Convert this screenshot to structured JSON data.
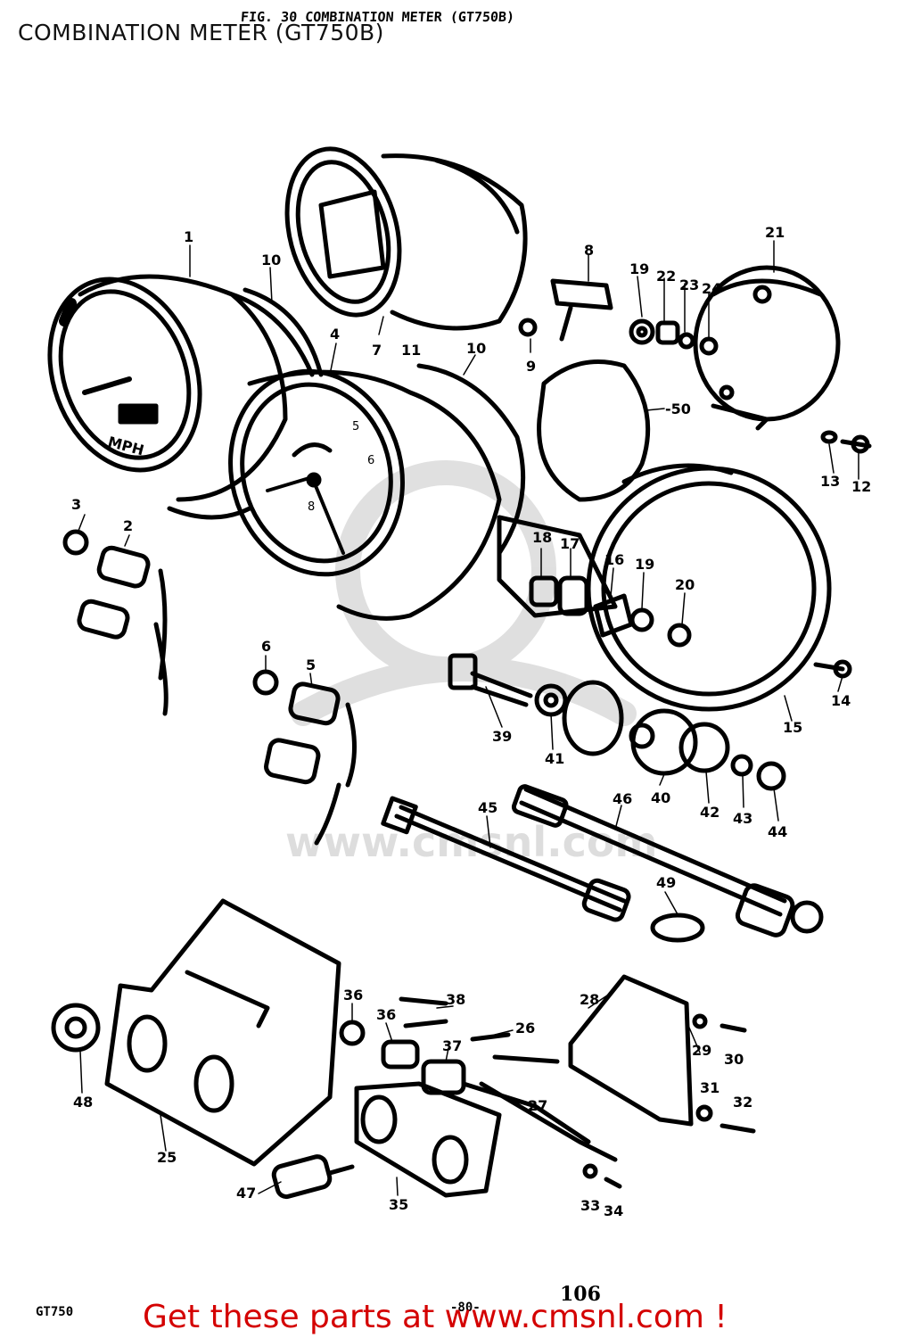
{
  "title": "COMBINATION METER (GT750B)",
  "figure_header": "FIG. 30  COMBINATION METER (GT750B)",
  "watermark": "www.cmsnl.com",
  "footer": {
    "model_code": "GT750",
    "page_small": "-80-",
    "page_number": "106",
    "cta": "Get these parts at www.cmsnl.com !"
  },
  "callouts": [
    {
      "id": "1",
      "label": "1"
    },
    {
      "id": "2",
      "label": "2"
    },
    {
      "id": "3",
      "label": "3"
    },
    {
      "id": "4",
      "label": "4"
    },
    {
      "id": "5",
      "label": "5"
    },
    {
      "id": "6",
      "label": "6"
    },
    {
      "id": "7",
      "label": "7"
    },
    {
      "id": "8",
      "label": "8"
    },
    {
      "id": "9",
      "label": "9"
    },
    {
      "id": "10a",
      "label": "10"
    },
    {
      "id": "10b",
      "label": "10"
    },
    {
      "id": "11",
      "label": "11"
    },
    {
      "id": "12",
      "label": "12"
    },
    {
      "id": "13",
      "label": "13"
    },
    {
      "id": "14",
      "label": "14"
    },
    {
      "id": "15",
      "label": "15"
    },
    {
      "id": "16",
      "label": "16"
    },
    {
      "id": "17",
      "label": "17"
    },
    {
      "id": "18",
      "label": "18"
    },
    {
      "id": "19a",
      "label": "19"
    },
    {
      "id": "19b",
      "label": "19"
    },
    {
      "id": "20",
      "label": "20"
    },
    {
      "id": "21",
      "label": "21"
    },
    {
      "id": "22",
      "label": "22"
    },
    {
      "id": "23",
      "label": "23"
    },
    {
      "id": "24",
      "label": "24"
    },
    {
      "id": "25",
      "label": "25"
    },
    {
      "id": "26",
      "label": "26"
    },
    {
      "id": "27",
      "label": "27"
    },
    {
      "id": "28",
      "label": "28"
    },
    {
      "id": "29",
      "label": "29"
    },
    {
      "id": "30",
      "label": "30"
    },
    {
      "id": "31",
      "label": "31"
    },
    {
      "id": "32",
      "label": "32"
    },
    {
      "id": "33",
      "label": "33"
    },
    {
      "id": "34",
      "label": "34"
    },
    {
      "id": "35",
      "label": "35"
    },
    {
      "id": "36a",
      "label": "36"
    },
    {
      "id": "36b",
      "label": "36"
    },
    {
      "id": "37",
      "label": "37"
    },
    {
      "id": "38",
      "label": "38"
    },
    {
      "id": "39",
      "label": "39"
    },
    {
      "id": "40",
      "label": "40"
    },
    {
      "id": "41",
      "label": "41"
    },
    {
      "id": "42",
      "label": "42"
    },
    {
      "id": "43",
      "label": "43"
    },
    {
      "id": "44",
      "label": "44"
    },
    {
      "id": "45",
      "label": "45"
    },
    {
      "id": "46",
      "label": "46"
    },
    {
      "id": "47",
      "label": "47"
    },
    {
      "id": "48",
      "label": "48"
    },
    {
      "id": "49",
      "label": "49"
    },
    {
      "id": "50",
      "label": "-50"
    }
  ],
  "gauge_text": {
    "speedo_unit": "MPH",
    "tacho_digits": [
      "5",
      "6",
      "8"
    ]
  }
}
